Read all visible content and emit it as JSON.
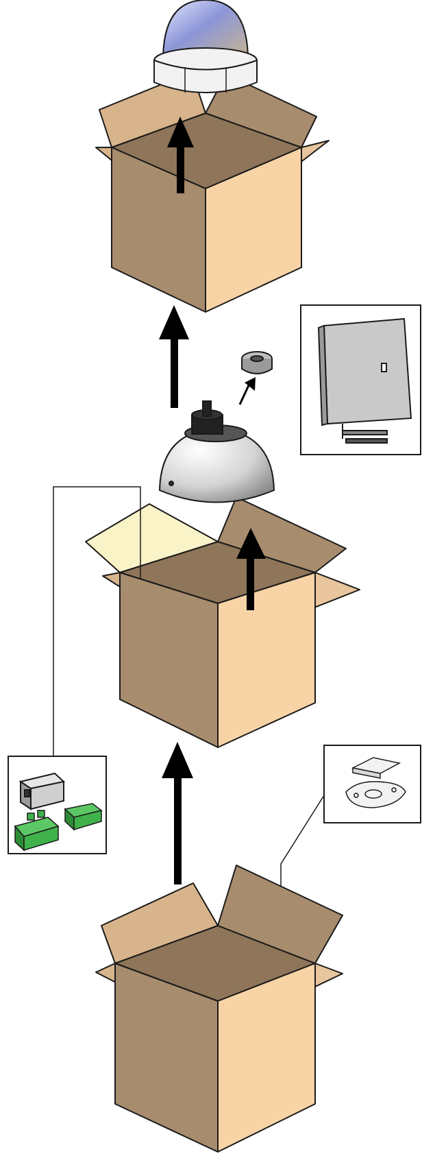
{
  "diagram": {
    "type": "unpacking-illustration",
    "colors": {
      "box_light": "#F7D3A6",
      "box_mid": "#D8B48C",
      "box_dark": "#A88C6E",
      "box_inner": "#8F7559",
      "outline": "#1a1a1a",
      "flap_cream": "#FAF3C8",
      "arrow": "#000000",
      "connector_green": "#3FB24A",
      "dome_glass": "#8C96D8",
      "housing_white": "#F2F2F2",
      "housing_grey": "#BFBFBF",
      "panel_grey": "#C9C9C9"
    },
    "items": [
      "camera-dome",
      "camera-housing",
      "mounting-ring",
      "electrical-enclosure",
      "connectors",
      "hardware-pack"
    ],
    "boxes": [
      "top-box",
      "middle-box",
      "bottom-box"
    ]
  }
}
